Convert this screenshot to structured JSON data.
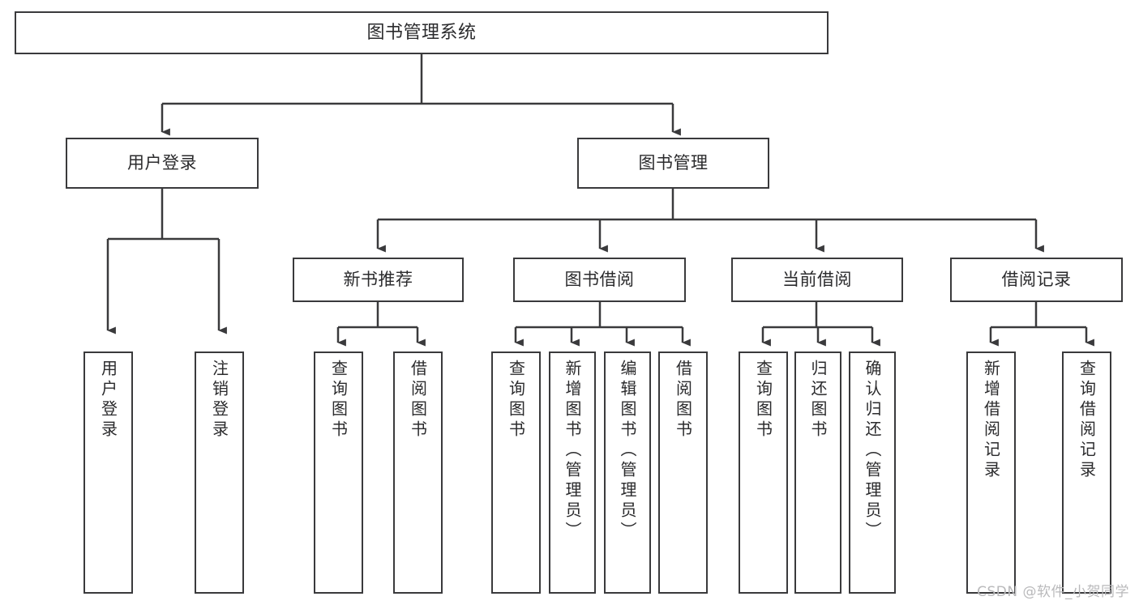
{
  "diagram": {
    "title": "图书管理系统",
    "type": "hierarchy-tree",
    "stroke_color": "#3a3a3c",
    "text_color": "#2b2b2d",
    "background_color": "#ffffff",
    "watermark": "CSDN @软件_小贺同学",
    "nodes": {
      "root": {
        "label": "图书管理系统"
      },
      "level1": [
        {
          "id": "user-login",
          "label": "用户登录"
        },
        {
          "id": "book-manage",
          "label": "图书管理"
        }
      ],
      "level2": [
        {
          "id": "new-book-recommend",
          "label": "新书推荐"
        },
        {
          "id": "book-borrow",
          "label": "图书借阅"
        },
        {
          "id": "current-borrow",
          "label": "当前借阅"
        },
        {
          "id": "borrow-record",
          "label": "借阅记录"
        }
      ],
      "leaves": {
        "user_login": [
          {
            "id": "leaf-user-login",
            "label": "用户登录"
          },
          {
            "id": "leaf-logout-login",
            "label": "注销登录"
          }
        ],
        "new_book_recommend": [
          {
            "id": "leaf-query-book-1",
            "label": "查询图书"
          },
          {
            "id": "leaf-borrow-book-1",
            "label": "借阅图书"
          }
        ],
        "book_borrow": [
          {
            "id": "leaf-query-book-2",
            "label": "查询图书"
          },
          {
            "id": "leaf-add-book",
            "label": "新增图书（管理员）"
          },
          {
            "id": "leaf-edit-book",
            "label": "编辑图书（管理员）"
          },
          {
            "id": "leaf-borrow-book-2",
            "label": "借阅图书"
          }
        ],
        "current_borrow": [
          {
            "id": "leaf-query-book-3",
            "label": "查询图书"
          },
          {
            "id": "leaf-return-book",
            "label": "归还图书"
          },
          {
            "id": "leaf-confirm-return",
            "label": "确认归还（管理员）"
          }
        ],
        "borrow_record": [
          {
            "id": "leaf-add-record",
            "label": "新增借阅记录"
          },
          {
            "id": "leaf-query-record",
            "label": "查询借阅记录"
          }
        ]
      }
    }
  }
}
